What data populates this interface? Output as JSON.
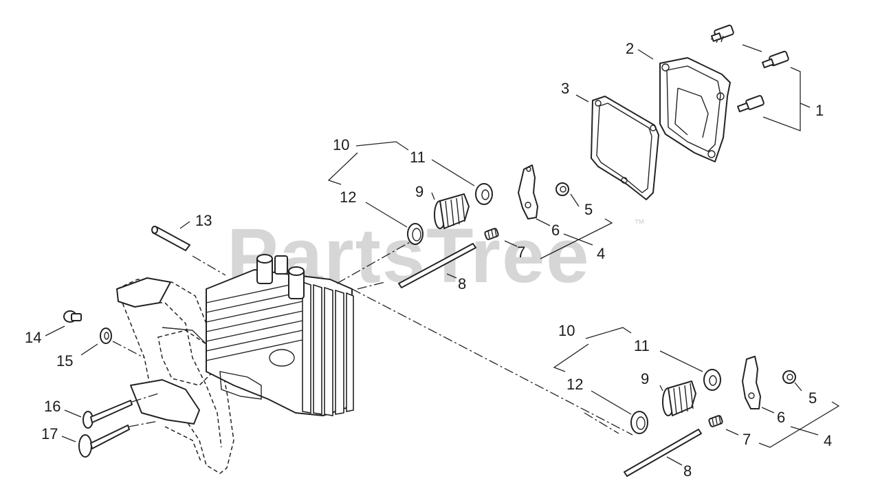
{
  "watermark": {
    "text": "PartsTree",
    "trademark": "™"
  },
  "callouts": [
    "1",
    "2",
    "3",
    "10",
    "11",
    "9",
    "5",
    "12",
    "13",
    "6",
    "7",
    "4",
    "8",
    "14",
    "15",
    "16",
    "17",
    "10",
    "11",
    "12",
    "9",
    "5",
    "6",
    "7",
    "4",
    "8"
  ]
}
